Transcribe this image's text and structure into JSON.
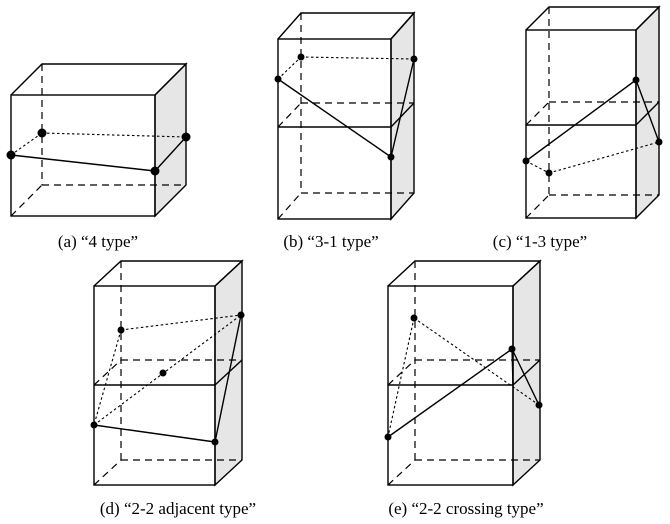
{
  "colors": {
    "side_face": "#e6e6e6",
    "line": "#000000",
    "background": "#ffffff"
  },
  "panels": [
    {
      "id": "a",
      "caption": "(a) “4 type”"
    },
    {
      "id": "b",
      "caption": "(b) “3-1 type”"
    },
    {
      "id": "c",
      "caption": "(c) “1-3 type”"
    },
    {
      "id": "d",
      "caption": "(d) “2-2 adjacent type”"
    },
    {
      "id": "e",
      "caption": "(e) “2-2 crossing type”"
    }
  ]
}
